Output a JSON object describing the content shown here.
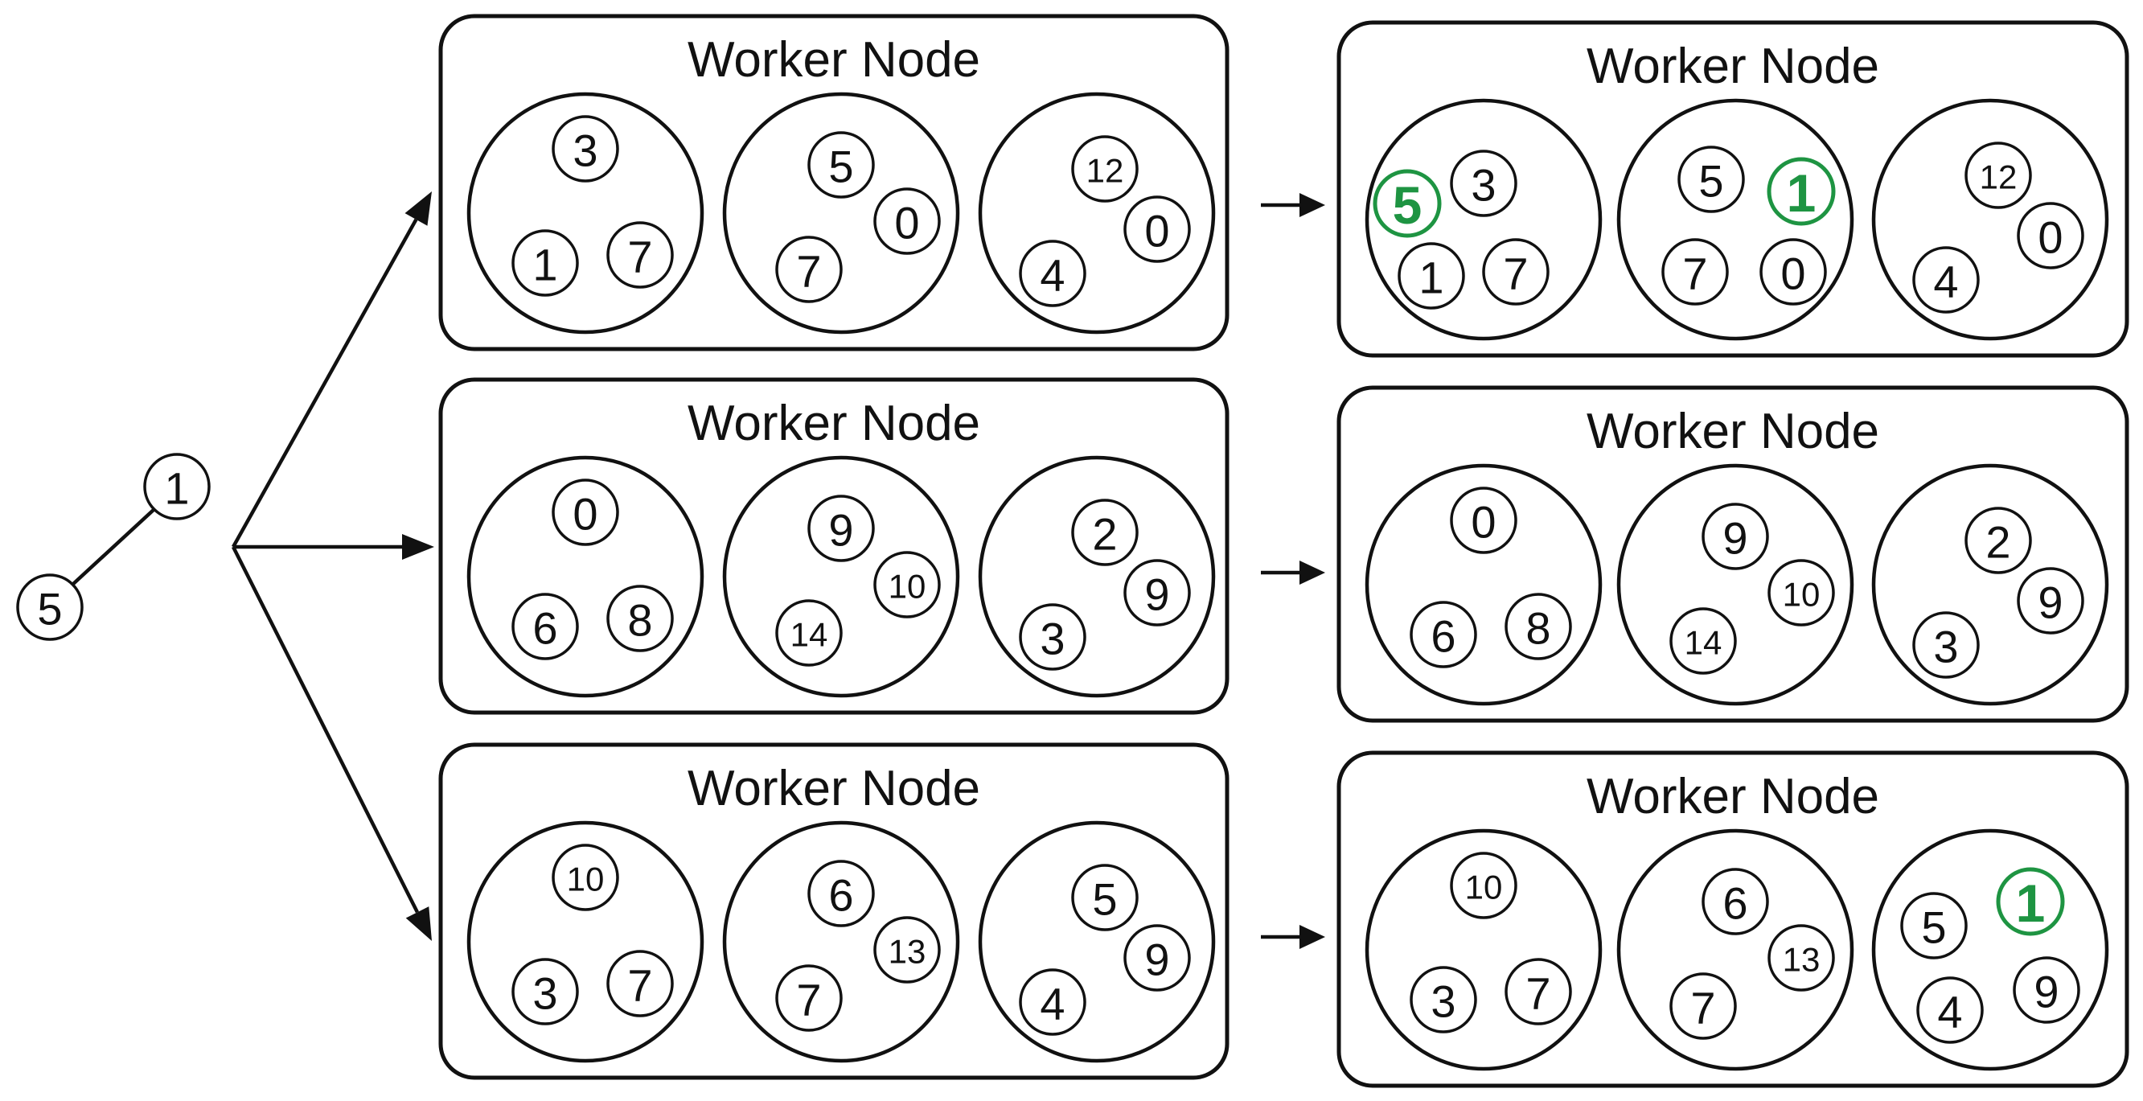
{
  "query_graph": {
    "nodes": [
      "1",
      "5"
    ]
  },
  "before": [
    {
      "title": "Worker Node",
      "partitions": [
        {
          "nodes": [
            {
              "label": "3"
            },
            {
              "label": "1"
            },
            {
              "label": "7"
            }
          ]
        },
        {
          "nodes": [
            {
              "label": "5"
            },
            {
              "label": "7"
            },
            {
              "label": "0"
            }
          ]
        },
        {
          "nodes": [
            {
              "label": "12"
            },
            {
              "label": "4"
            },
            {
              "label": "0"
            }
          ]
        }
      ]
    },
    {
      "title": "Worker Node",
      "partitions": [
        {
          "nodes": [
            {
              "label": "0"
            },
            {
              "label": "6"
            },
            {
              "label": "8"
            }
          ]
        },
        {
          "nodes": [
            {
              "label": "9"
            },
            {
              "label": "14"
            },
            {
              "label": "10"
            }
          ]
        },
        {
          "nodes": [
            {
              "label": "2"
            },
            {
              "label": "3"
            },
            {
              "label": "9"
            }
          ]
        }
      ]
    },
    {
      "title": "Worker Node",
      "partitions": [
        {
          "nodes": [
            {
              "label": "10"
            },
            {
              "label": "3"
            },
            {
              "label": "7"
            }
          ]
        },
        {
          "nodes": [
            {
              "label": "6"
            },
            {
              "label": "7"
            },
            {
              "label": "13"
            }
          ]
        },
        {
          "nodes": [
            {
              "label": "5"
            },
            {
              "label": "4"
            },
            {
              "label": "9"
            }
          ]
        }
      ]
    }
  ],
  "after": [
    {
      "title": "Worker Node",
      "partitions": [
        {
          "nodes": [
            {
              "label": "5",
              "highlight": true
            },
            {
              "label": "3"
            },
            {
              "label": "1"
            },
            {
              "label": "7"
            }
          ]
        },
        {
          "nodes": [
            {
              "label": "5"
            },
            {
              "label": "1",
              "highlight": true
            },
            {
              "label": "7"
            },
            {
              "label": "0"
            }
          ]
        },
        {
          "nodes": [
            {
              "label": "12"
            },
            {
              "label": "4"
            },
            {
              "label": "0"
            }
          ]
        }
      ]
    },
    {
      "title": "Worker Node",
      "partitions": [
        {
          "nodes": [
            {
              "label": "0"
            },
            {
              "label": "6"
            },
            {
              "label": "8"
            }
          ]
        },
        {
          "nodes": [
            {
              "label": "9"
            },
            {
              "label": "14"
            },
            {
              "label": "10"
            }
          ]
        },
        {
          "nodes": [
            {
              "label": "2"
            },
            {
              "label": "3"
            },
            {
              "label": "9"
            }
          ]
        }
      ]
    },
    {
      "title": "Worker Node",
      "partitions": [
        {
          "nodes": [
            {
              "label": "10"
            },
            {
              "label": "3"
            },
            {
              "label": "7"
            }
          ]
        },
        {
          "nodes": [
            {
              "label": "6"
            },
            {
              "label": "7"
            },
            {
              "label": "13"
            }
          ]
        },
        {
          "nodes": [
            {
              "label": "5"
            },
            {
              "label": "1",
              "highlight": true
            },
            {
              "label": "4"
            },
            {
              "label": "9"
            }
          ]
        }
      ]
    }
  ],
  "colors": {
    "stroke": "#111111",
    "highlight": "#1e9442"
  }
}
